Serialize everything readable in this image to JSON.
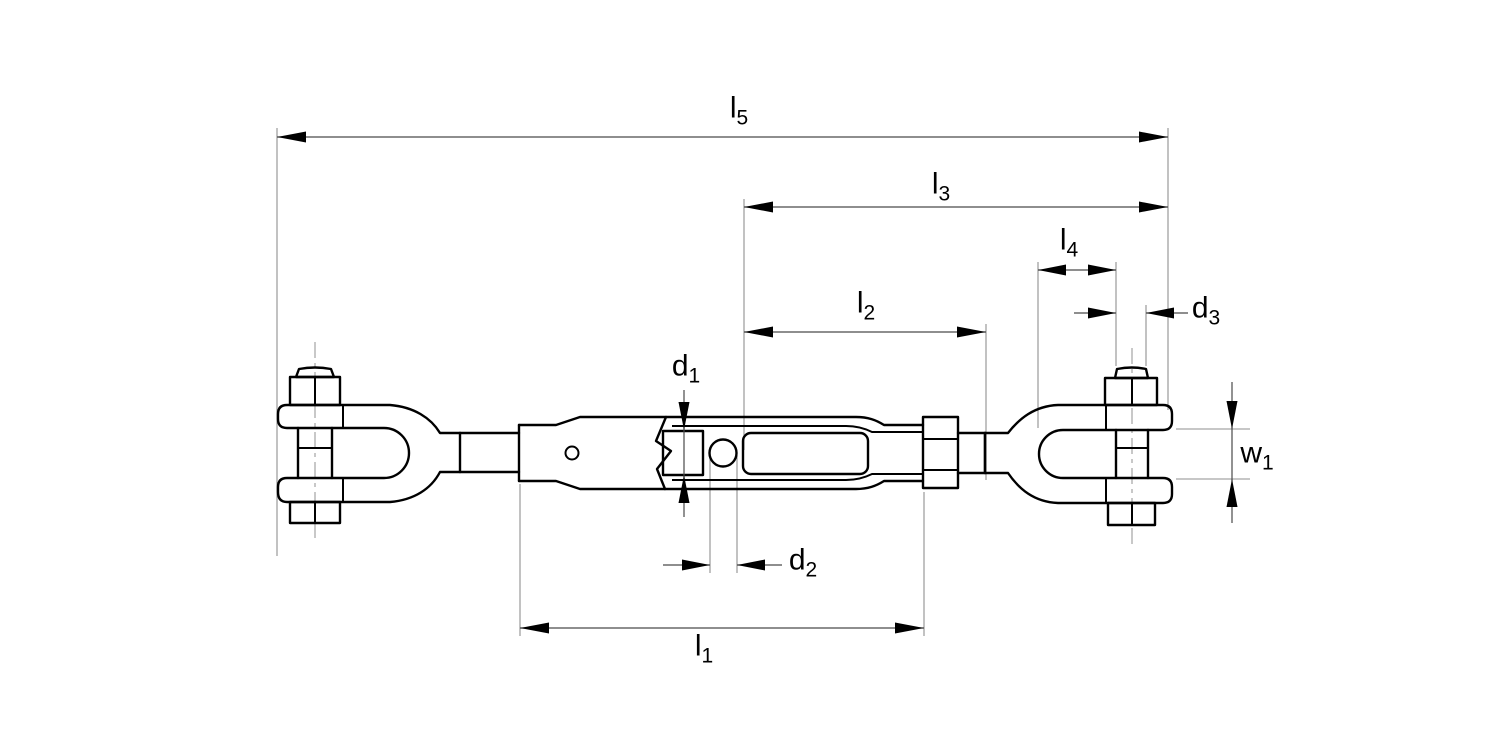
{
  "figure": {
    "subject": "turnbuckle-with-jaw-ends-technical-drawing",
    "background_color": "#ffffff",
    "outline_color": "#000000",
    "dimension_line_color": "#4a4a4a",
    "extension_line_color": "#8f8f8f",
    "labels": {
      "l5": {
        "base": "l",
        "sub": "5"
      },
      "l3": {
        "base": "l",
        "sub": "3"
      },
      "l4": {
        "base": "l",
        "sub": "4"
      },
      "d3": {
        "base": "d",
        "sub": "3"
      },
      "l2": {
        "base": "l",
        "sub": "2"
      },
      "d1": {
        "base": "d",
        "sub": "1"
      },
      "w1": {
        "base": "w",
        "sub": "1"
      },
      "d2": {
        "base": "d",
        "sub": "2"
      },
      "l1": {
        "base": "l",
        "sub": "1"
      }
    }
  }
}
